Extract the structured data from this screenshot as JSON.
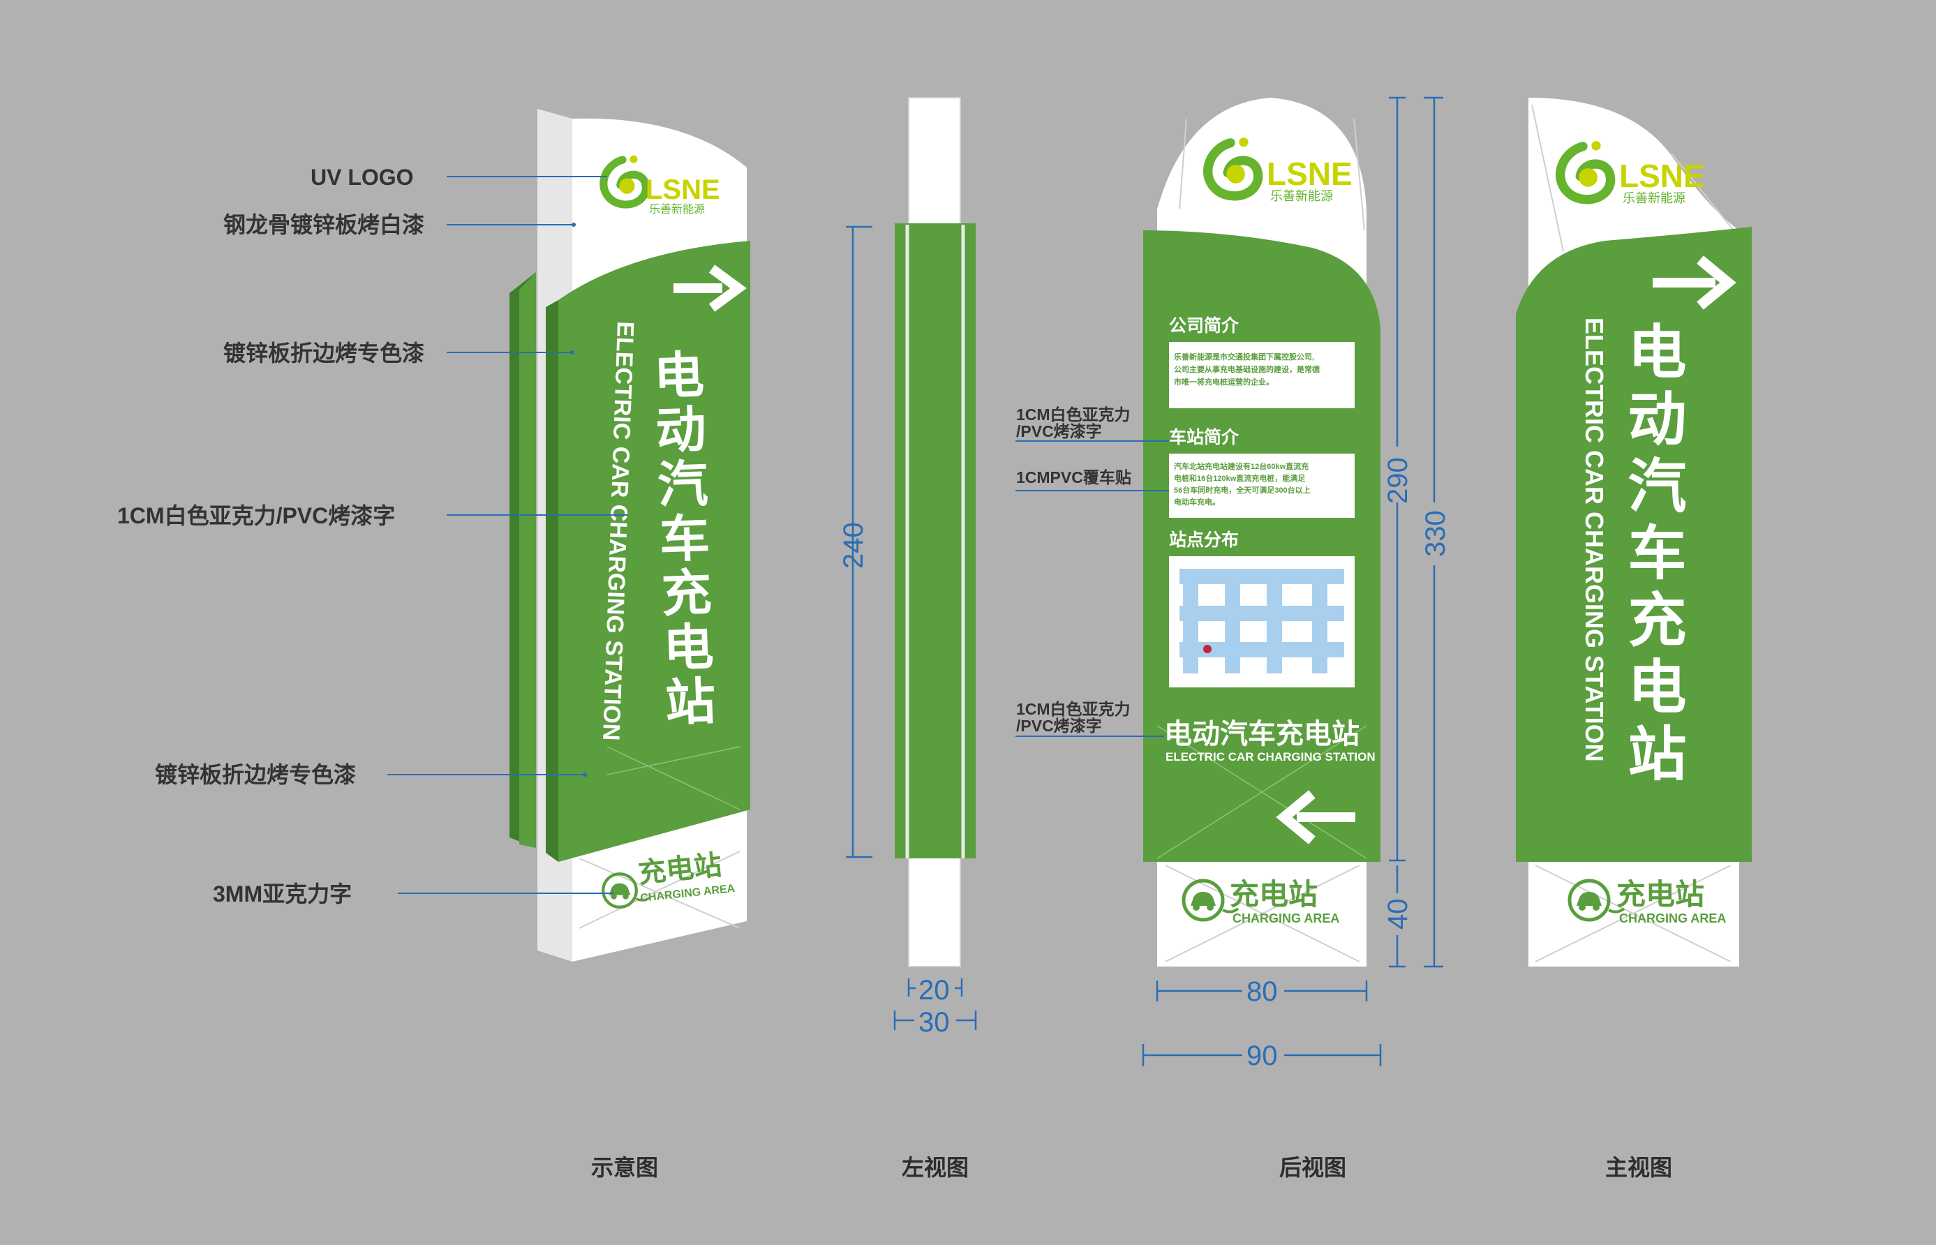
{
  "colors": {
    "background": "#b1b1b1",
    "green": "#5a9e3e",
    "green_dark": "#3f7f2b",
    "white": "#ffffff",
    "dimension_blue": "#2a6db5",
    "label_text": "#333333",
    "logo_yellow": "#c8d400"
  },
  "brand": {
    "logo_text": "LSNE",
    "logo_subtitle": "乐善新能源"
  },
  "sign": {
    "title_cn": "电动汽车充电站",
    "title_en": "ELECTRIC CAR CHARGING STATION",
    "area_cn": "充电站",
    "area_en": "CHARGING AREA"
  },
  "annotations_left": {
    "uv_logo": "UV LOGO",
    "steel_frame": "钢龙骨镀锌板烤白漆",
    "galv_edge_1": "镀锌板折边烤专色漆",
    "acrylic_1cm": "1CM白色亚克力/PVC烤漆字",
    "galv_edge_2": "镀锌板折边烤专色漆",
    "acrylic_3mm": "3MM亚克力字"
  },
  "annotations_back": {
    "a1_line1": "1CM白色亚克力",
    "a1_line2": "/PVC烤漆字",
    "a2": "1CMPVC覆车贴",
    "a3_line1": "1CM白色亚克力",
    "a3_line2": "/PVC烤漆字"
  },
  "back_panel": {
    "company_heading": "公司简介",
    "company_text_1": "乐善新能源是市交通投集团下属控股公司,",
    "company_text_2": "公司主要从事充电基础设施的建设，是常德",
    "company_text_3": "市唯一将充电桩运营的企业。",
    "station_heading": "车站简介",
    "station_text_1": "汽车北站充电站建设有12台60kw直流充",
    "station_text_2": "电桩和16台120kw直流充电桩，能满足",
    "station_text_3": "56台车同时充电，全天可满足300台以上",
    "station_text_4": "电动车充电。",
    "map_heading": "站点分布",
    "map_marker": "●"
  },
  "dimensions": {
    "left_height": "240",
    "left_depth_inner": "20",
    "left_depth_outer": "30",
    "back_upper": "290",
    "back_lower": "40",
    "back_total": "330",
    "back_width_inner": "80",
    "back_width_outer": "90"
  },
  "captions": {
    "perspective": "示意图",
    "left": "左视图",
    "back": "后视图",
    "front": "主视图"
  }
}
